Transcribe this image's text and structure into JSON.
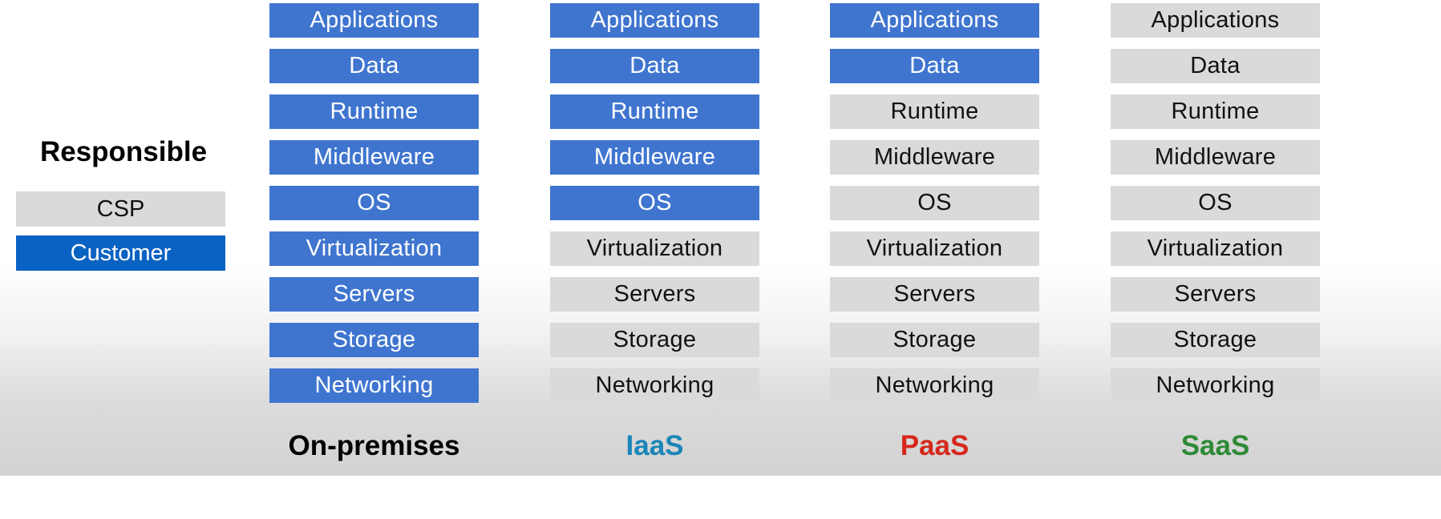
{
  "legend": {
    "title": "Responsible",
    "items": [
      {
        "label": "CSP",
        "bg": "#dadada",
        "fg": "#111111"
      },
      {
        "label": "Customer",
        "bg": "#0a62c2",
        "fg": "#ffffff"
      }
    ]
  },
  "colors": {
    "customer": "#3f75cf",
    "csp": "#dadada"
  },
  "models": [
    {
      "label": "On-premises",
      "label_color": "#000000",
      "layers": [
        {
          "name": "Applications",
          "responsible": "customer"
        },
        {
          "name": "Data",
          "responsible": "customer"
        },
        {
          "name": "Runtime",
          "responsible": "customer"
        },
        {
          "name": "Middleware",
          "responsible": "customer"
        },
        {
          "name": "OS",
          "responsible": "customer"
        },
        {
          "name": "Virtualization",
          "responsible": "customer"
        },
        {
          "name": "Servers",
          "responsible": "customer"
        },
        {
          "name": "Storage",
          "responsible": "customer"
        },
        {
          "name": "Networking",
          "responsible": "customer"
        }
      ]
    },
    {
      "label": "IaaS",
      "label_color": "#1a86b8",
      "layers": [
        {
          "name": "Applications",
          "responsible": "customer"
        },
        {
          "name": "Data",
          "responsible": "customer"
        },
        {
          "name": "Runtime",
          "responsible": "customer"
        },
        {
          "name": "Middleware",
          "responsible": "customer"
        },
        {
          "name": "OS",
          "responsible": "customer"
        },
        {
          "name": "Virtualization",
          "responsible": "csp"
        },
        {
          "name": "Servers",
          "responsible": "csp"
        },
        {
          "name": "Storage",
          "responsible": "csp"
        },
        {
          "name": "Networking",
          "responsible": "csp"
        }
      ]
    },
    {
      "label": "PaaS",
      "label_color": "#d6281c",
      "layers": [
        {
          "name": "Applications",
          "responsible": "customer"
        },
        {
          "name": "Data",
          "responsible": "customer"
        },
        {
          "name": "Runtime",
          "responsible": "csp"
        },
        {
          "name": "Middleware",
          "responsible": "csp"
        },
        {
          "name": "OS",
          "responsible": "csp"
        },
        {
          "name": "Virtualization",
          "responsible": "csp"
        },
        {
          "name": "Servers",
          "responsible": "csp"
        },
        {
          "name": "Storage",
          "responsible": "csp"
        },
        {
          "name": "Networking",
          "responsible": "csp"
        }
      ]
    },
    {
      "label": "SaaS",
      "label_color": "#2e8a36",
      "layers": [
        {
          "name": "Applications",
          "responsible": "csp"
        },
        {
          "name": "Data",
          "responsible": "csp"
        },
        {
          "name": "Runtime",
          "responsible": "csp"
        },
        {
          "name": "Middleware",
          "responsible": "csp"
        },
        {
          "name": "OS",
          "responsible": "csp"
        },
        {
          "name": "Virtualization",
          "responsible": "csp"
        },
        {
          "name": "Servers",
          "responsible": "csp"
        },
        {
          "name": "Storage",
          "responsible": "csp"
        },
        {
          "name": "Networking",
          "responsible": "csp"
        }
      ]
    }
  ]
}
